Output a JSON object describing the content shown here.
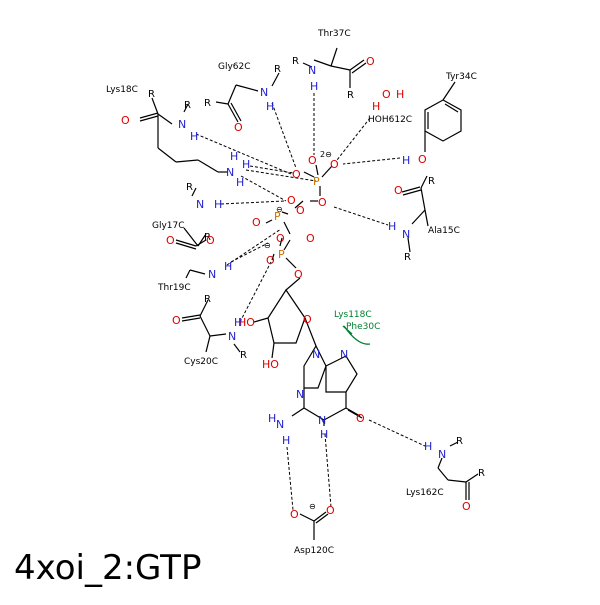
{
  "title": "4xoi_2:GTP",
  "colors": {
    "nitrogen": "#1f1fcf",
    "oxygen": "#e00000",
    "phosphorus": "#c87000",
    "hydrophobic": "#008030",
    "bond": "#000000"
  },
  "residues": {
    "thr37": "Thr37C",
    "gly62": "Gly62C",
    "lys18": "Lys18C",
    "tyr34": "Tyr34C",
    "hoh612": "HOH612C",
    "gly17": "Gly17C",
    "ala15": "Ala15C",
    "thr19": "Thr19C",
    "cys20": "Cys20C",
    "lys118": "Lys118C",
    "phe30": "Phe30C",
    "lys162": "Lys162C",
    "asp120": "Asp120C"
  },
  "atoms": {
    "N": "N",
    "H": "H",
    "O": "O",
    "P": "P",
    "R": "R",
    "HO": "HO",
    "minus": "⊖",
    "two_minus": "2⊖"
  }
}
